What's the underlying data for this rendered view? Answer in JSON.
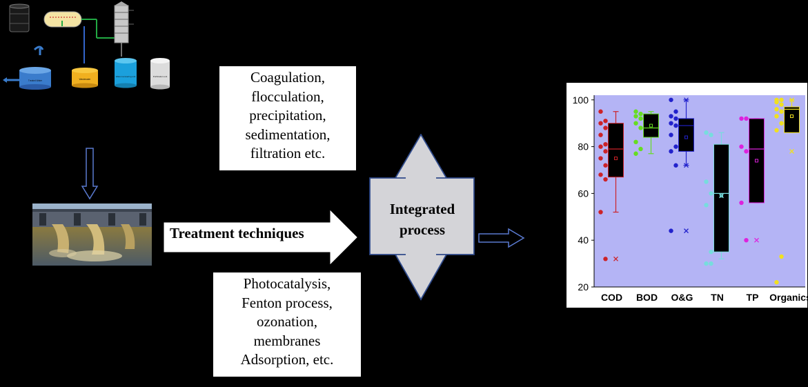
{
  "top_text_box": {
    "lines": [
      "Coagulation,",
      "flocculation,",
      "precipitation,",
      "sedimentation,",
      "filtration etc."
    ]
  },
  "bottom_text_box": {
    "lines": [
      "Photocatalysis,",
      "Fenton process,",
      "ozonation,",
      "membranes",
      "Adsorption, etc."
    ]
  },
  "treatment_arrow": {
    "label": "Treatment techniques"
  },
  "integrated_process": {
    "line1": "Integrated",
    "line2": "process"
  },
  "plant_schematic": {
    "unit_labels": [
      "Treated Water",
      "Wastewater",
      "Water recovering unit",
      "Purification unit"
    ]
  },
  "colors": {
    "background": "#000000",
    "arrow_fill": "#d4d4d8",
    "arrow_stroke": "#2f4a8a",
    "plot_background": "#b4b4f5",
    "COD": "#cc2228",
    "BOD": "#66dd22",
    "O&G": "#2222cc",
    "TN": "#77dddd",
    "TP": "#dd22dd",
    "Organics": "#f0e020"
  },
  "chart_data": {
    "type": "box",
    "categories": [
      "COD",
      "BOD",
      "O&G",
      "TN",
      "TP",
      "Organics"
    ],
    "y_ticks": [
      20,
      40,
      60,
      80,
      100
    ],
    "ylim": [
      20,
      102
    ],
    "grid": false,
    "boxes": [
      {
        "category": "COD",
        "q1": 67,
        "median": 79,
        "q3": 90,
        "whisker_low": 52,
        "whisker_high": 95,
        "mean": 75
      },
      {
        "category": "BOD",
        "q1": 84,
        "median": 88,
        "q3": 94,
        "whisker_low": 77,
        "whisker_high": 95,
        "mean": 89
      },
      {
        "category": "O&G",
        "q1": 78,
        "median": 89,
        "q3": 92,
        "whisker_low": 72,
        "whisker_high": 100,
        "mean": 84
      },
      {
        "category": "TN",
        "q1": 35,
        "median": 60,
        "q3": 81,
        "whisker_low": 32,
        "whisker_high": 86,
        "mean": 59
      },
      {
        "category": "TP",
        "q1": 56,
        "median": 79,
        "q3": 92,
        "whisker_low": 56,
        "whisker_high": 92,
        "mean": 74
      },
      {
        "category": "Organics",
        "q1": 86,
        "median": 96,
        "q3": 97,
        "whisker_low": 86,
        "whisker_high": 100,
        "mean": 93
      }
    ],
    "points": [
      {
        "category": "COD",
        "values": [
          95,
          91,
          90,
          88,
          85,
          81,
          80,
          78,
          75,
          72,
          68,
          66,
          52,
          32
        ]
      },
      {
        "category": "BOD",
        "values": [
          95,
          94,
          93,
          92,
          90,
          88,
          82,
          79,
          77
        ]
      },
      {
        "category": "O&G",
        "values": [
          100,
          95,
          93,
          92,
          90,
          89,
          85,
          80,
          78,
          72,
          44
        ]
      },
      {
        "category": "TN",
        "values": [
          86,
          85,
          65,
          60,
          55,
          35,
          30,
          30
        ]
      },
      {
        "category": "TP",
        "values": [
          92,
          92,
          80,
          78,
          56,
          40
        ]
      },
      {
        "category": "Organics",
        "values": [
          100,
          100,
          99,
          98,
          96,
          95,
          93,
          90,
          87,
          33,
          22
        ]
      }
    ],
    "outlier_marks": [
      {
        "category": "COD",
        "values": [
          32
        ]
      },
      {
        "category": "BOD",
        "values": []
      },
      {
        "category": "O&G",
        "values": [
          100,
          72,
          44
        ]
      },
      {
        "category": "TN",
        "values": [
          59
        ]
      },
      {
        "category": "TP",
        "values": [
          40
        ]
      },
      {
        "category": "Organics",
        "values": [
          100,
          78
        ]
      }
    ]
  }
}
